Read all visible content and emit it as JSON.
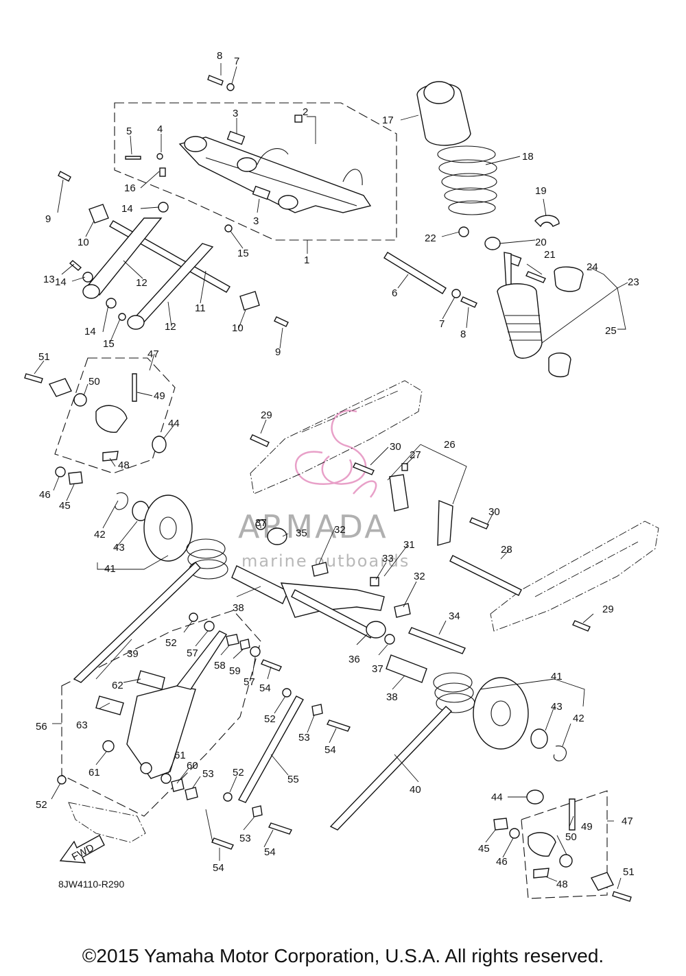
{
  "diagram": {
    "drawing_code": "8JW4110-R290",
    "copyright": "©2015 Yamaha Motor Corporation, U.S.A. All rights reserved.",
    "fwd_label": "FWD",
    "watermark": {
      "brand": "ARMADA",
      "tagline": "marine outboards",
      "accent_color": "#e8a0c8"
    },
    "callouts": [
      {
        "id": "c8a",
        "text": "8"
      },
      {
        "id": "c7a",
        "text": "7"
      },
      {
        "id": "c3a",
        "text": "3"
      },
      {
        "id": "c2",
        "text": "2"
      },
      {
        "id": "c17",
        "text": "17"
      },
      {
        "id": "c5",
        "text": "5"
      },
      {
        "id": "c4",
        "text": "4"
      },
      {
        "id": "c18",
        "text": "18"
      },
      {
        "id": "c16",
        "text": "16"
      },
      {
        "id": "c9a",
        "text": "9"
      },
      {
        "id": "c14a",
        "text": "14"
      },
      {
        "id": "c19",
        "text": "19"
      },
      {
        "id": "c3b",
        "text": "3"
      },
      {
        "id": "c10a",
        "text": "10"
      },
      {
        "id": "c22",
        "text": "22"
      },
      {
        "id": "c20",
        "text": "20"
      },
      {
        "id": "c15a",
        "text": "15"
      },
      {
        "id": "c1",
        "text": "1"
      },
      {
        "id": "c21",
        "text": "21"
      },
      {
        "id": "c13",
        "text": "13"
      },
      {
        "id": "c24",
        "text": "24"
      },
      {
        "id": "c23",
        "text": "23"
      },
      {
        "id": "c14b",
        "text": "14"
      },
      {
        "id": "c12a",
        "text": "12"
      },
      {
        "id": "c6",
        "text": "6"
      },
      {
        "id": "c11",
        "text": "11"
      },
      {
        "id": "c14c",
        "text": "14"
      },
      {
        "id": "c7b",
        "text": "7"
      },
      {
        "id": "c8b",
        "text": "8"
      },
      {
        "id": "c12b",
        "text": "12"
      },
      {
        "id": "c15b",
        "text": "15"
      },
      {
        "id": "c10b",
        "text": "10"
      },
      {
        "id": "c25",
        "text": "25"
      },
      {
        "id": "c9b",
        "text": "9"
      },
      {
        "id": "c51a",
        "text": "51"
      },
      {
        "id": "c47a",
        "text": "47"
      },
      {
        "id": "c50a",
        "text": "50"
      },
      {
        "id": "c49a",
        "text": "49"
      },
      {
        "id": "c29a",
        "text": "29"
      },
      {
        "id": "c44a",
        "text": "44"
      },
      {
        "id": "c26",
        "text": "26"
      },
      {
        "id": "c30a",
        "text": "30"
      },
      {
        "id": "c27",
        "text": "27"
      },
      {
        "id": "c48a",
        "text": "48"
      },
      {
        "id": "c46a",
        "text": "46"
      },
      {
        "id": "c45a",
        "text": "45"
      },
      {
        "id": "c30b",
        "text": "30"
      },
      {
        "id": "c37a",
        "text": "37"
      },
      {
        "id": "c35",
        "text": "35"
      },
      {
        "id": "c32a",
        "text": "32"
      },
      {
        "id": "c42a",
        "text": "42"
      },
      {
        "id": "c43a",
        "text": "43"
      },
      {
        "id": "c31",
        "text": "31"
      },
      {
        "id": "c28",
        "text": "28"
      },
      {
        "id": "c33",
        "text": "33"
      },
      {
        "id": "c41a",
        "text": "41"
      },
      {
        "id": "c32b",
        "text": "32"
      },
      {
        "id": "c38a",
        "text": "38"
      },
      {
        "id": "c29b",
        "text": "29"
      },
      {
        "id": "c34",
        "text": "34"
      },
      {
        "id": "c39",
        "text": "39"
      },
      {
        "id": "c52a",
        "text": "52"
      },
      {
        "id": "c57a",
        "text": "57"
      },
      {
        "id": "c58",
        "text": "58"
      },
      {
        "id": "c59",
        "text": "59"
      },
      {
        "id": "c36",
        "text": "36"
      },
      {
        "id": "c37b",
        "text": "37"
      },
      {
        "id": "c57b",
        "text": "57"
      },
      {
        "id": "c54a",
        "text": "54"
      },
      {
        "id": "c62",
        "text": "62"
      },
      {
        "id": "c38b",
        "text": "38"
      },
      {
        "id": "c41b",
        "text": "41"
      },
      {
        "id": "c43b",
        "text": "43"
      },
      {
        "id": "c52b",
        "text": "52"
      },
      {
        "id": "c56",
        "text": "56"
      },
      {
        "id": "c63",
        "text": "63"
      },
      {
        "id": "c53a",
        "text": "53"
      },
      {
        "id": "c54b",
        "text": "54"
      },
      {
        "id": "c42b",
        "text": "42"
      },
      {
        "id": "c61a",
        "text": "61"
      },
      {
        "id": "c61b",
        "text": "61"
      },
      {
        "id": "c60",
        "text": "60"
      },
      {
        "id": "c53b",
        "text": "53"
      },
      {
        "id": "c52c",
        "text": "52"
      },
      {
        "id": "c55",
        "text": "55"
      },
      {
        "id": "c40",
        "text": "40"
      },
      {
        "id": "c44b",
        "text": "44"
      },
      {
        "id": "c47b",
        "text": "47"
      },
      {
        "id": "c52d",
        "text": "52"
      },
      {
        "id": "c49b",
        "text": "49"
      },
      {
        "id": "c53c",
        "text": "53"
      },
      {
        "id": "c50b",
        "text": "50"
      },
      {
        "id": "c45b",
        "text": "45"
      },
      {
        "id": "c46b",
        "text": "46"
      },
      {
        "id": "c54c",
        "text": "54"
      },
      {
        "id": "c54d",
        "text": "54"
      },
      {
        "id": "c48b",
        "text": "48"
      },
      {
        "id": "c51b",
        "text": "51"
      }
    ]
  }
}
